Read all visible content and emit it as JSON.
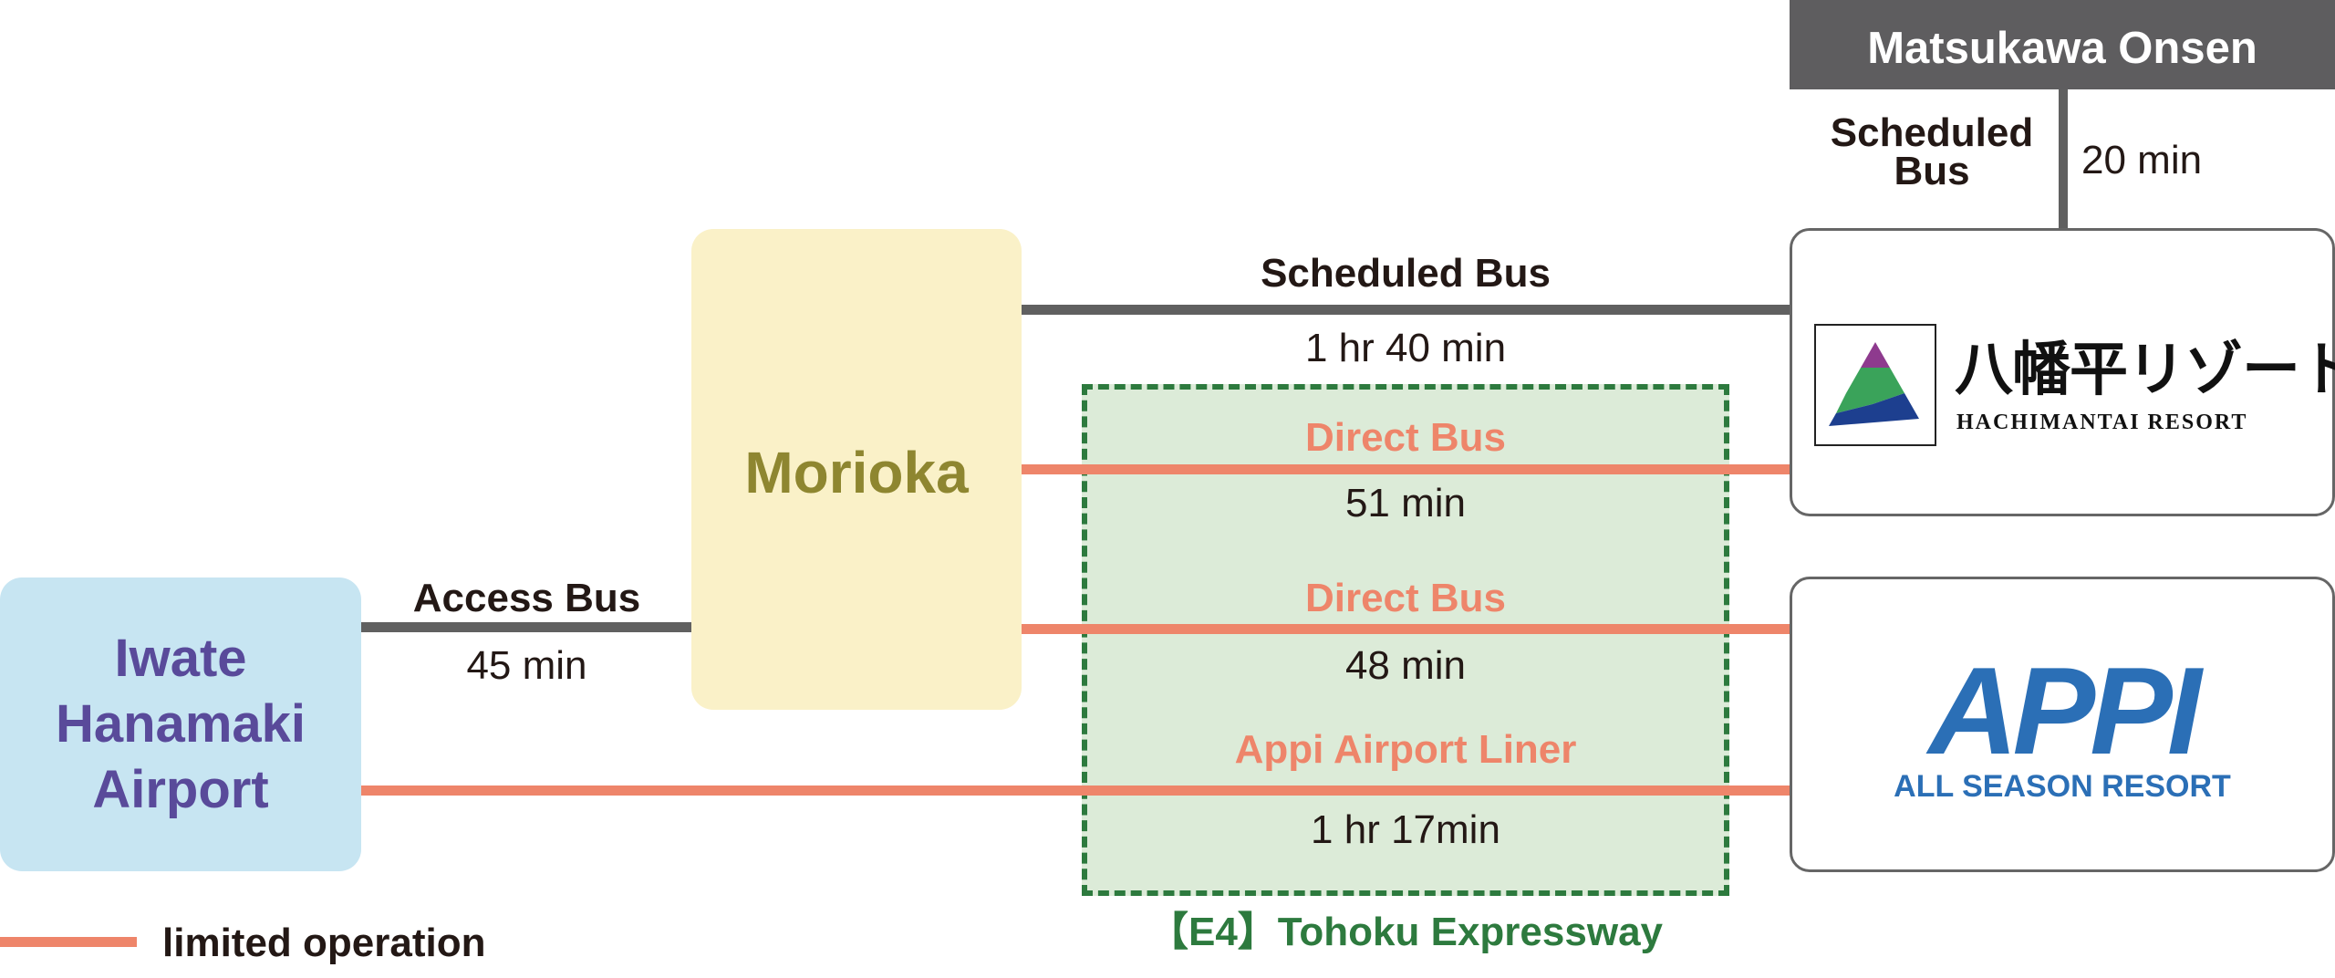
{
  "colors": {
    "regular_route": "#606060",
    "limited_route": "#ee856a",
    "airport_box": "#c7e5f2",
    "airport_text": "#594a9a",
    "morioka_box": "#faf1c8",
    "morioka_text": "#8e8630",
    "expressway_fill": "#dcebd8",
    "expressway_border": "#2d7a3e",
    "onsen_box": "#5e5d5f",
    "appi_blue": "#2b6fb6"
  },
  "nodes": {
    "airport": {
      "lines": [
        "Iwate",
        "Hanamaki",
        "Airport"
      ]
    },
    "morioka": {
      "label": "Morioka"
    },
    "onsen": {
      "label": "Matsukawa Onsen"
    },
    "hachimantai": {
      "logo_jp": "八幡平リゾート",
      "logo_en": "HACHIMANTAI RESORT"
    },
    "appi": {
      "logo_main": "APPI",
      "logo_sub": "ALL SEASON RESORT"
    }
  },
  "routes": {
    "onsen_bus": {
      "label_lines": [
        "Scheduled",
        "Bus"
      ],
      "time": "20 min"
    },
    "scheduled_bus": {
      "label": "Scheduled Bus",
      "time": "1 hr 40 min"
    },
    "direct_bus_hachimantai": {
      "label": "Direct Bus",
      "time": "51 min"
    },
    "direct_bus_appi": {
      "label": "Direct Bus",
      "time": "48 min"
    },
    "access_bus": {
      "label": "Access Bus",
      "time": "45 min"
    },
    "airport_liner": {
      "label": "Appi Airport Liner",
      "time": "1 hr 17min"
    }
  },
  "expressway": {
    "label": "【E4】Tohoku Expressway"
  },
  "legend": {
    "label": "limited operation"
  }
}
